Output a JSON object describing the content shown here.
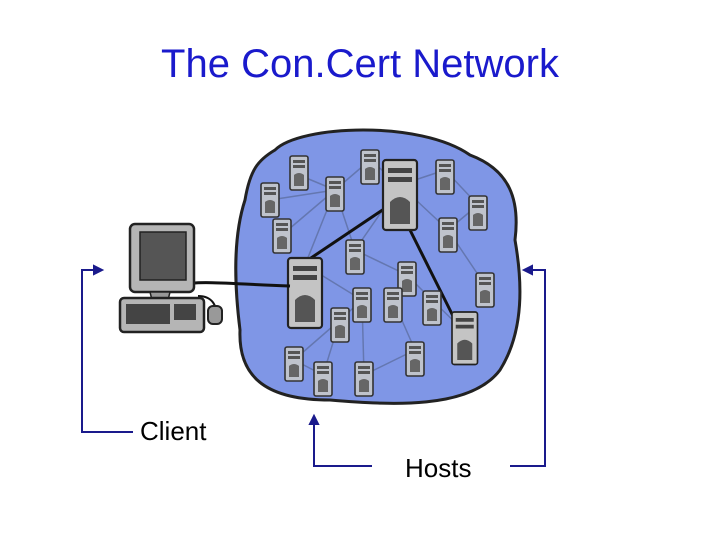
{
  "slide": {
    "title": "The Con.Cert Network",
    "labels": {
      "client": "Client",
      "hosts": "Hosts"
    }
  },
  "colors": {
    "title": "#1a1acc",
    "cloud_fill": "#7f96e6",
    "arrow_color": "#1a1a8c",
    "server_body": "#bbbbbb"
  },
  "icons": [
    "computer-icon",
    "server-icon"
  ]
}
